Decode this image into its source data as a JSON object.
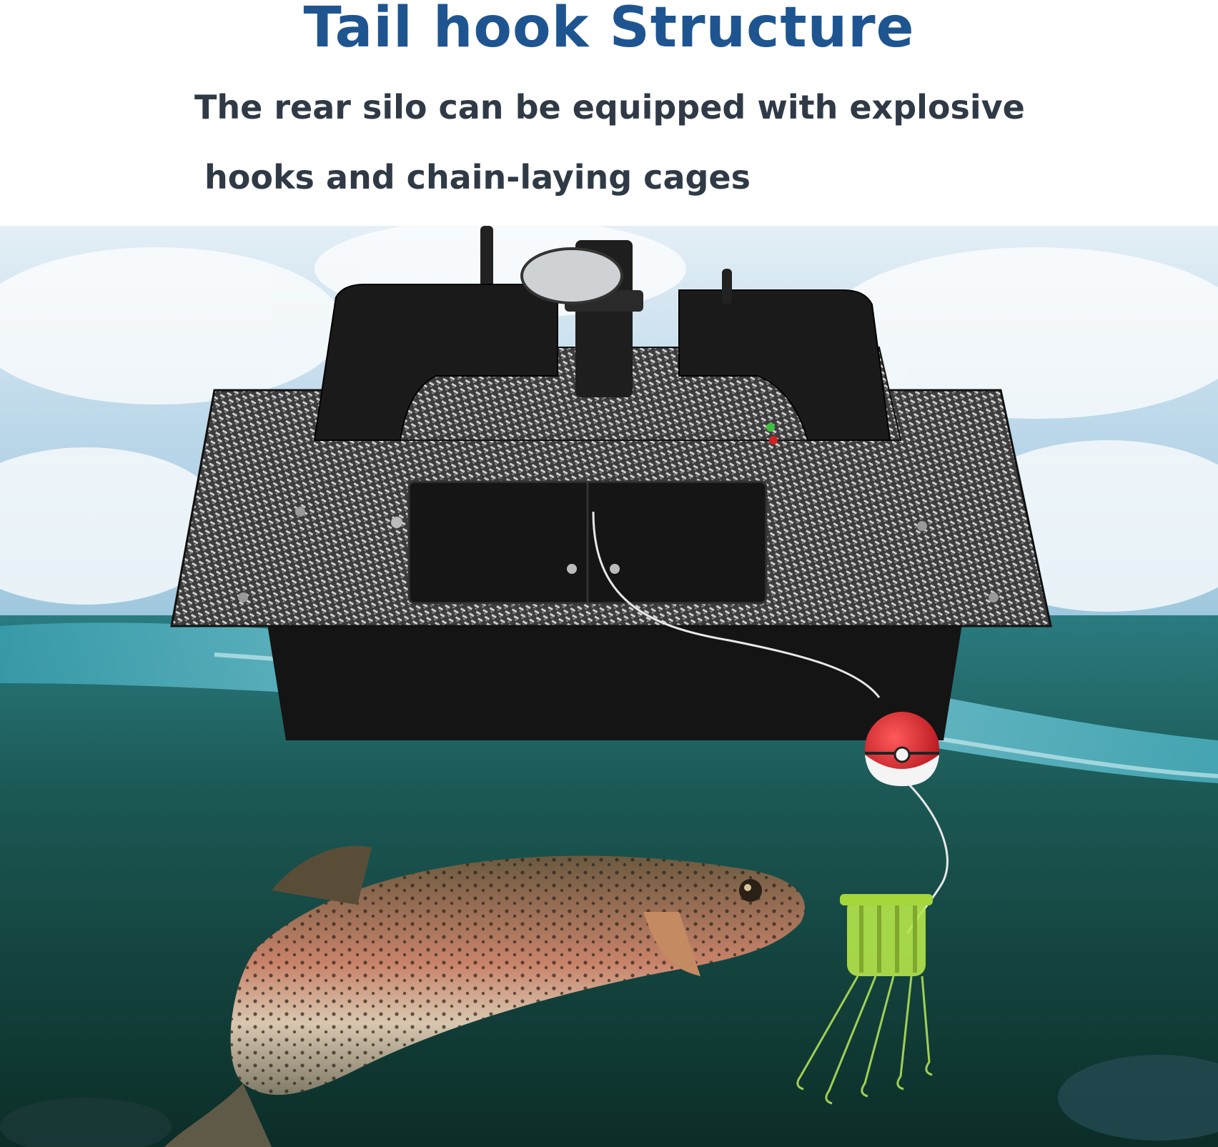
{
  "header": {
    "title": "Tail hook Structure",
    "subtitle_line1": "The rear silo can be equipped with explosive",
    "subtitle_line2": "hooks and chain-laying cages"
  },
  "scene": {
    "sky_color": "#cfe3f0",
    "water_color": "#1d5b5e",
    "deep_water_color": "#0f3a35",
    "hull_color": "#1a1a1a",
    "carbon_color": "#6e6e6e",
    "float_red": "#d81f26",
    "float_white": "#f4f4f4",
    "cage_color": "#b6e64a"
  }
}
